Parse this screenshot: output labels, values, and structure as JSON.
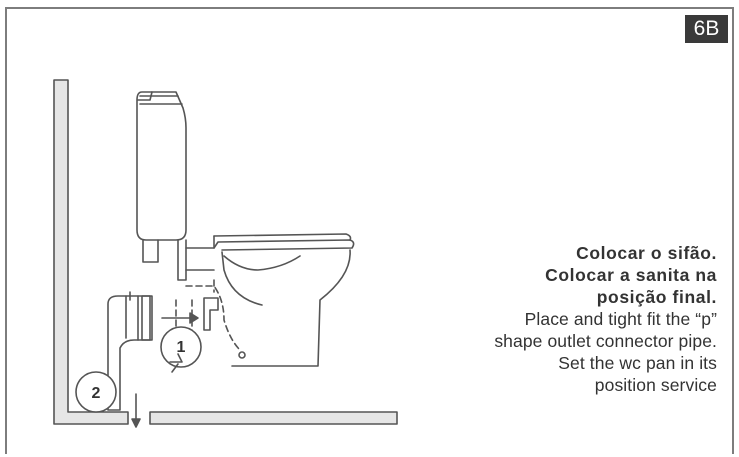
{
  "step": {
    "badge": "6B"
  },
  "instructions": {
    "pt_line_1": "Colocar o sifão.",
    "pt_line_2": "Colocar a sanita na",
    "pt_line_3": "posição final.",
    "en_line_1": "Place and tight fit the “p”",
    "en_line_2": "shape outlet connector pipe.",
    "en_line_3": "Set the wc pan in its",
    "en_line_4": "position service"
  },
  "callouts": {
    "one": "1",
    "two": "2"
  },
  "colors": {
    "badge_bg": "#3a3a3a",
    "line": "#555555",
    "wall_fill": "#e6e6e6",
    "frame": "#7d7d7d"
  }
}
